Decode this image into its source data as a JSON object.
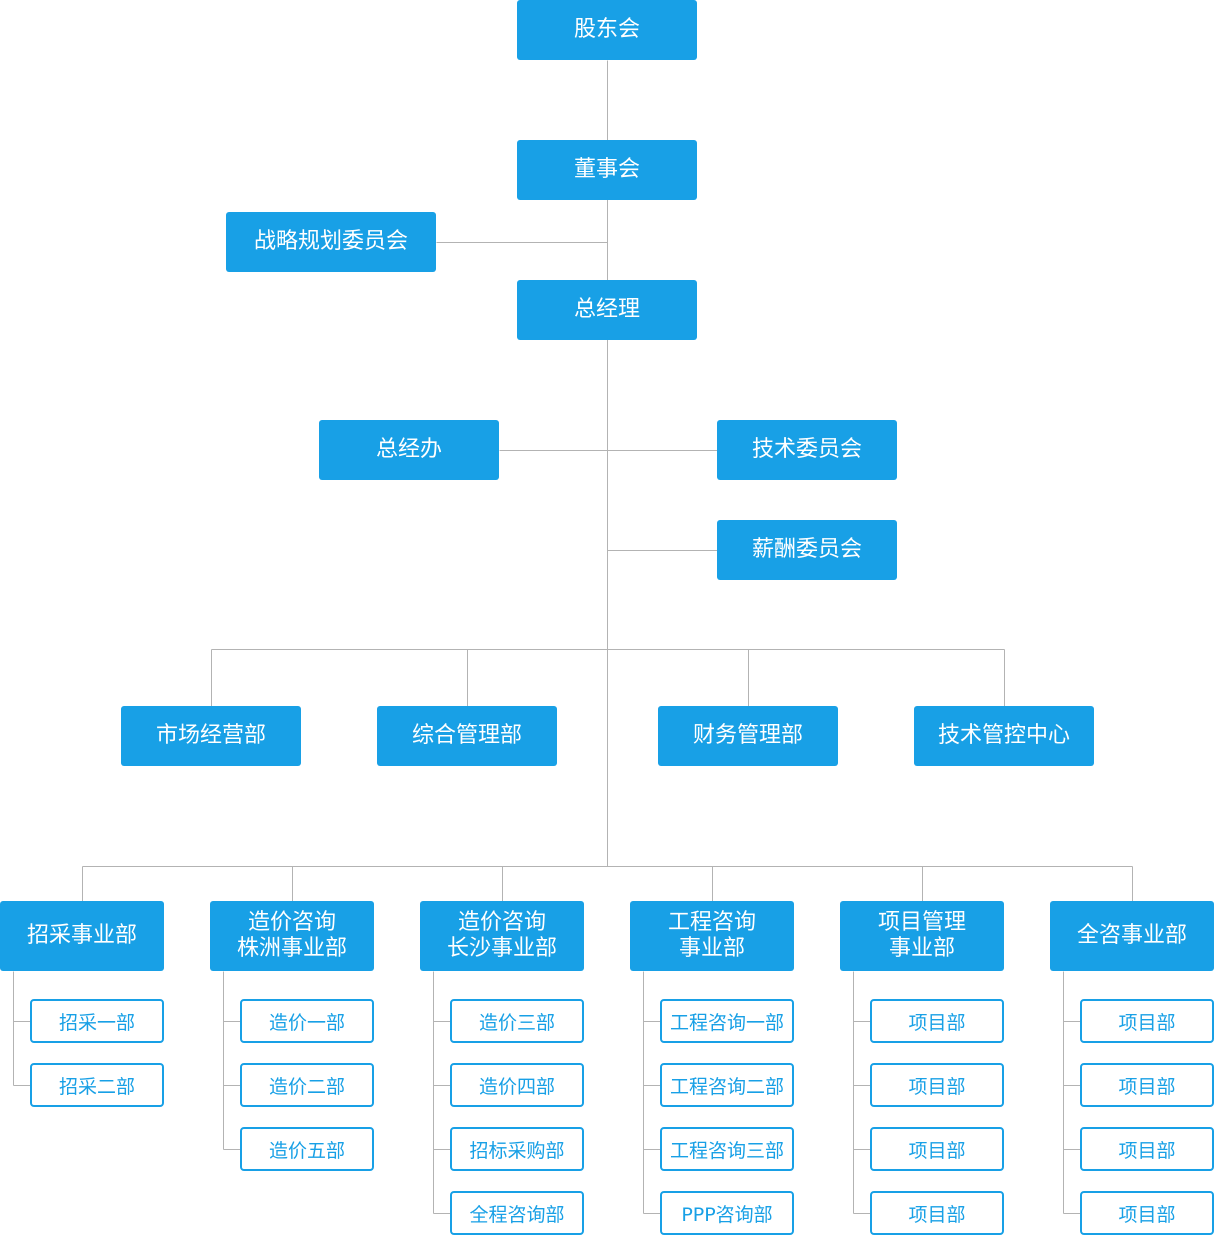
{
  "color": "#18a0e6",
  "line_color": "#b3b3b3",
  "top": {
    "shareholders": "股东会",
    "board": "董事会",
    "strategy": "战略规划委员会",
    "gm": "总经理",
    "gm_office": "总经办",
    "tech_committee": "技术委员会",
    "salary_committee": "薪酬委员会"
  },
  "departments": [
    "市场经营部",
    "综合管理部",
    "财务管理部",
    "技术管控中心"
  ],
  "divisions": [
    {
      "name": "招采事业部",
      "units": [
        "招采一部",
        "招采二部"
      ]
    },
    {
      "name": "造价咨询\n株洲事业部",
      "units": [
        "造价一部",
        "造价二部",
        "造价五部"
      ]
    },
    {
      "name": "造价咨询\n长沙事业部",
      "units": [
        "造价三部",
        "造价四部",
        "招标采购部",
        "全程咨询部"
      ]
    },
    {
      "name": "工程咨询\n事业部",
      "units": [
        "工程咨询一部",
        "工程咨询二部",
        "工程咨询三部",
        "PPP咨询部"
      ]
    },
    {
      "name": "项目管理\n事业部",
      "units": [
        "项目部",
        "项目部",
        "项目部",
        "项目部"
      ]
    },
    {
      "name": "全咨事业部",
      "units": [
        "项目部",
        "项目部",
        "项目部",
        "项目部"
      ]
    }
  ]
}
